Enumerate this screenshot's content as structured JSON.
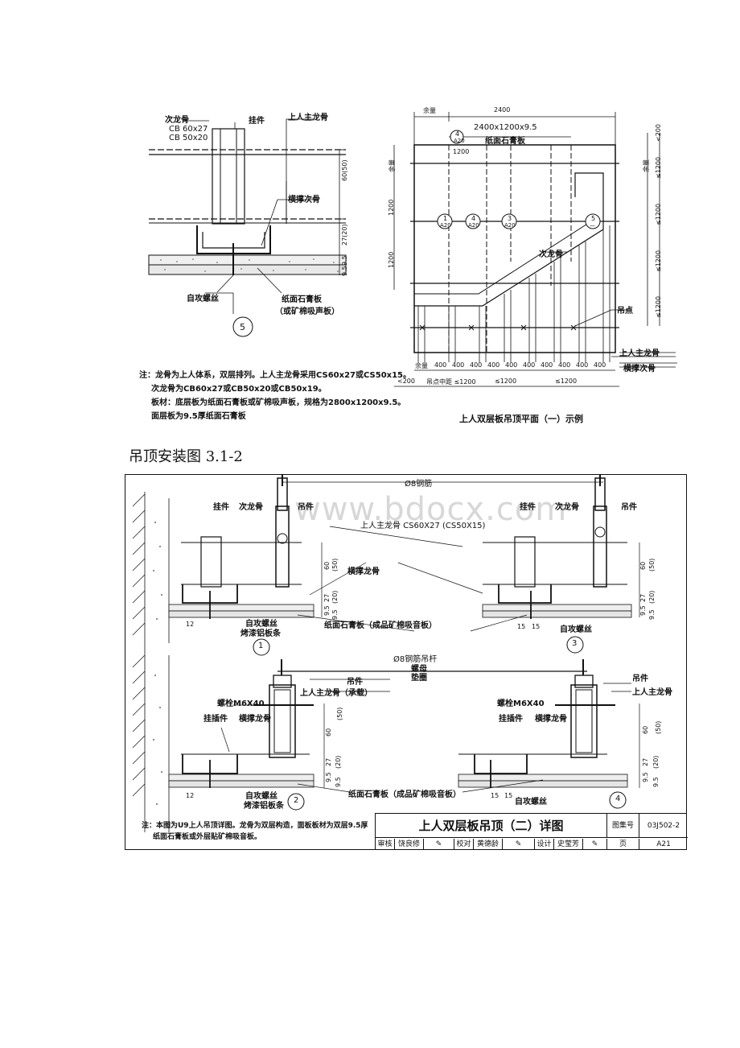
{
  "fig1": {
    "labels": {
      "secondary_keel": "次龙骨",
      "cb1": "CB 60x27",
      "cb2": "CB 50x20",
      "hanger": "挂件",
      "main_keel": "上人主龙骨",
      "cross_keel": "横撑次骨",
      "screw": "自攻螺丝",
      "board": "纸面石膏板",
      "board_alt": "（或矿棉吸声板）",
      "dim1": "60(50)",
      "dim2": "27(20)",
      "dim3": "9.5",
      "dim4": "9.5",
      "detail_no": "5"
    },
    "notes": [
      "注：龙骨为上人体系，双层排列。上人主龙骨采用CS60x27或CS50x15。",
      "次龙骨为CB60x27或CB50x20或CB50x19。",
      "板材：底层板为纸面石膏板或矿棉吸声板，规格为2800x1200x9.5。",
      "面层板为9.5厚纸面石膏板"
    ]
  },
  "fig2": {
    "top_dim": "2400",
    "margin": "余量",
    "board_spec": "2400x1200x9.5",
    "board_label": "纸面石膏板",
    "dim_1200": "1200",
    "secondary_keel": "次龙骨",
    "hang_point": "吊点",
    "main_keel": "上人主龙骨",
    "cross_keel": "横撑次骨",
    "side_dims": [
      "<200",
      "≤1200",
      "≤1200",
      "≤1200",
      "≤1200"
    ],
    "left_dims": [
      "余量",
      "1200",
      "1200"
    ],
    "bottom_dims": [
      "余量",
      "400",
      "400",
      "400",
      "400",
      "400",
      "400",
      "400",
      "400",
      "400",
      "400"
    ],
    "bottom_dims2": [
      "<200",
      "吊点中距 ≤1200",
      "≤1200",
      "≤1200"
    ],
    "callouts": [
      {
        "num": "4",
        "ref": "A20"
      },
      {
        "num": "1",
        "ref": "A20"
      },
      {
        "num": "4",
        "ref": "A20"
      },
      {
        "num": "3",
        "ref": "A20"
      },
      {
        "num": "5",
        "ref": "—"
      }
    ],
    "caption": "上人双层板吊顶平面（一）示例"
  },
  "caption": "吊顶安装图 3.1-2",
  "watermark": "www.bdocx.com",
  "fig3": {
    "rebar": "Ø8钢筋",
    "hanger_part": "挂件",
    "secondary_keel": "次龙骨",
    "hanging_part": "吊件",
    "main_keel": "上人主龙骨 CS60X27 (CS50X15)",
    "cross_keel": "横撑龙骨",
    "screw": "自攻螺丝",
    "paint_strip": "烤漆铝板条",
    "board": "纸面石膏板（成品矿棉吸音板）",
    "dims": [
      "60",
      "(50)",
      "27",
      "(20)",
      "9.5",
      "9.5"
    ],
    "dim_12": "12",
    "dim_15a": "15",
    "dim_15b": "15",
    "detail1": "1",
    "detail3": "3"
  },
  "fig4": {
    "rod": "Ø8钢筋吊杆",
    "nut": "螺母",
    "washer": "垫圈",
    "hanging_part": "吊件",
    "main_keel_load": "上人主龙骨（承载）",
    "bolt": "螺栓M6X40",
    "bolt2": "螺栓M6X40",
    "hanging_part2": "吊件",
    "main_keel2": "上人主龙骨",
    "insert": "挂插件",
    "cross_keel": "横撑龙骨",
    "screw": "自攻螺丝",
    "paint_strip": "烤漆铝板条",
    "board": "纸面石膏板（成品矿棉吸音板）",
    "dims": [
      "(50)",
      "60",
      "27",
      "(20)",
      "9.5",
      "9.5"
    ],
    "dim_12": "12",
    "dim_15a": "15",
    "dim_15b": "15",
    "detail2": "2",
    "detail4": "4"
  },
  "note_bottom": [
    "注：本图为U9上人吊顶详图。龙骨为双层构造，面板板材为双层9.5厚",
    "纸面石膏板或外层贴矿棉吸音板。"
  ],
  "titleblock": {
    "title": "上人双层板吊顶（二）详图",
    "atlas_label": "图集号",
    "atlas_no": "03J502-2",
    "review": "审核",
    "reviewer": "饶良修",
    "check": "校对",
    "checker": "黄德龄",
    "design": "设计",
    "designer": "史莹芳",
    "page_label": "页",
    "page_no": "A21"
  }
}
